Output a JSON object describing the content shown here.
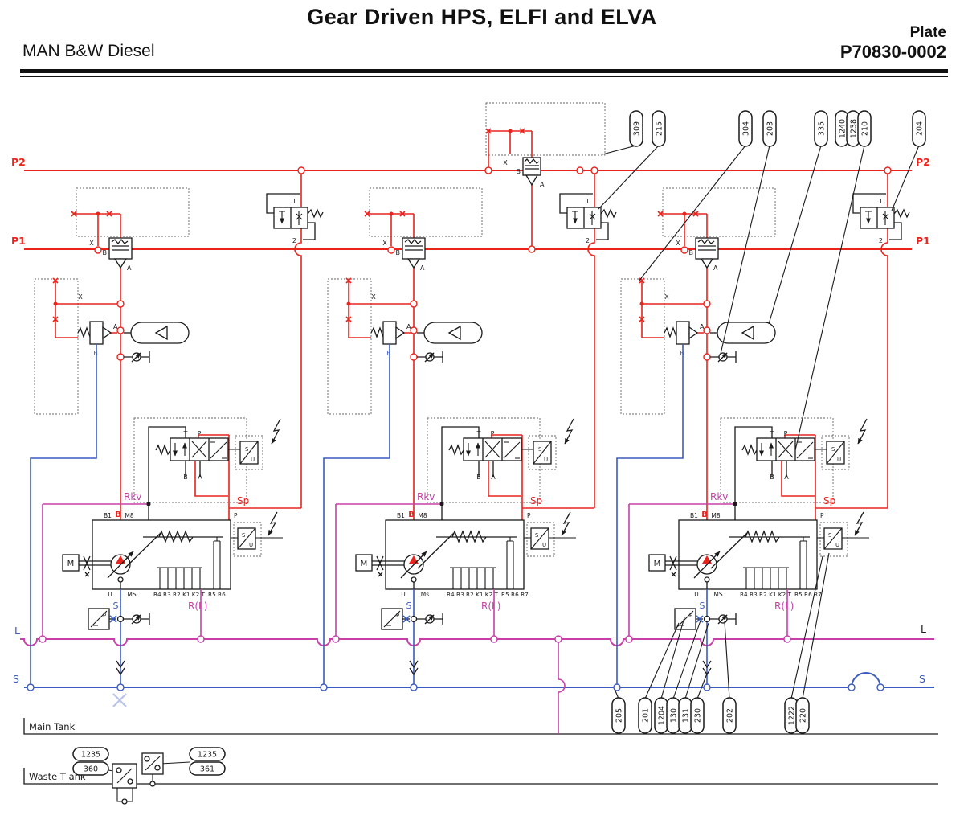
{
  "header": {
    "title": "Gear Driven HPS, ELFI and ELVA",
    "company": "MAN B&W Diesel",
    "plate_label": "Plate",
    "plate_number": "P70830-0002"
  },
  "bus_labels": {
    "p2": "P2",
    "p1": "P1",
    "l": "L",
    "s": "S"
  },
  "tanks": {
    "main": "Main Tank",
    "waste": "Waste T ank"
  },
  "callouts": {
    "top": [
      "309",
      "215",
      "304",
      "203",
      "335",
      "1240",
      "1238",
      "210",
      "204"
    ],
    "bottom": [
      "205",
      "201",
      "1204",
      "130",
      "131",
      "230",
      "202",
      "1222",
      "220"
    ],
    "waste": [
      [
        "1235",
        "360"
      ],
      [
        "1235",
        "361"
      ]
    ]
  },
  "pilot": {
    "x": "X",
    "b": "B",
    "a": "A"
  },
  "station_labels": {
    "x": "X",
    "b": "B",
    "a": "A",
    "t_port": "T",
    "p_port": "P",
    "s_sol": "S",
    "u_sol": "U",
    "rkv": "Rkv",
    "sp": "Sp",
    "b1": "B1",
    "b_red": "B",
    "m8": "M8",
    "p_pump": "P",
    "m_motor": "M",
    "u_port": "U",
    "r_ports_main": "R4 R3 R2 K1 K2 T",
    "s_tap": "S",
    "r_l": "R(L)",
    "port_1": "1",
    "port_2": "2",
    "ps_p": "P"
  },
  "stations": [
    {
      "ms": "MS",
      "r_ports_aux": "R5 R6"
    },
    {
      "ms": "Ms",
      "r_ports_aux": "R5 R6 R7"
    },
    {
      "ms": "MS",
      "r_ports_aux": "R5 R6 R7"
    }
  ],
  "colors": {
    "red": "#e8241d",
    "magenta": "#c640a8",
    "blue": "#3b5bc0",
    "ink": "#1a1a1a",
    "faded_blue": "#b9c3ea"
  }
}
